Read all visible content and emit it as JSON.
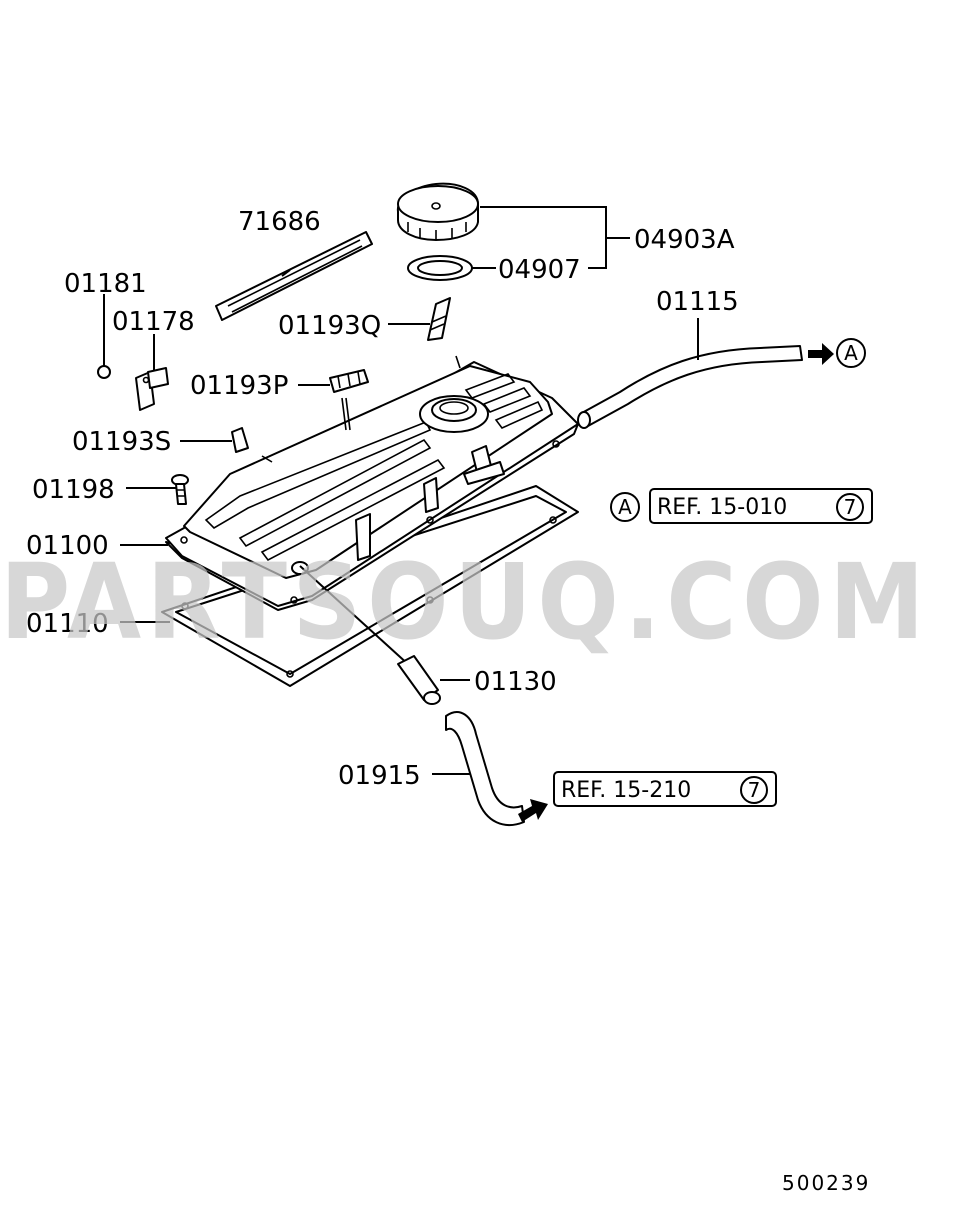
{
  "watermark": "PARTSOUQ.COM",
  "diagram_id": "500239",
  "labels": {
    "p71686": "71686",
    "p04903A": "04903A",
    "p04907": "04907",
    "p01181": "01181",
    "p01178": "01178",
    "p01193Q": "01193Q",
    "p01115": "01115",
    "p01193P": "01193P",
    "p01193S": "01193S",
    "p01198": "01198",
    "p01100": "01100",
    "p01110": "01110",
    "p01130": "01130",
    "p01915": "01915"
  },
  "connectors": {
    "a_marker": "A",
    "ref1_marker": "A",
    "ref1_text": "REF. 15-010",
    "ref1_num": "7",
    "ref2_text": "REF. 15-210",
    "ref2_num": "7"
  }
}
